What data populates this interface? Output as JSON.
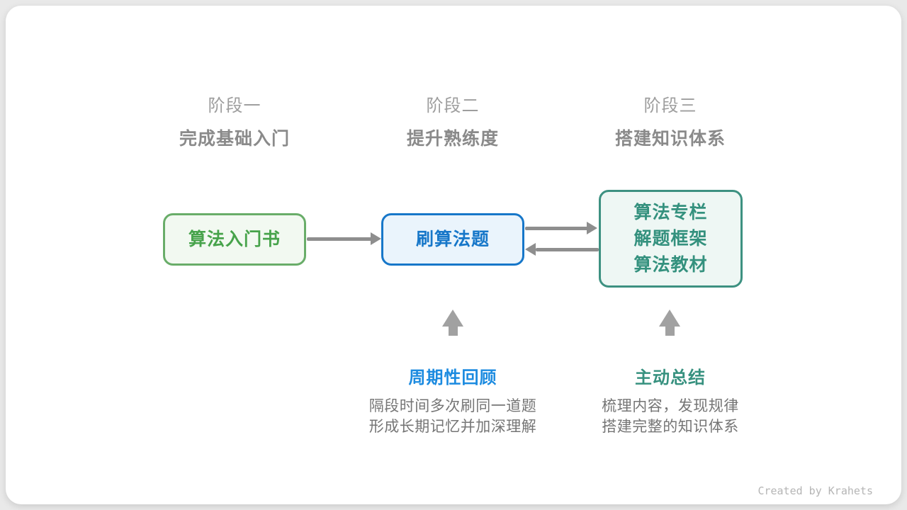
{
  "page": {
    "credit": "Created by Krahets"
  },
  "colors": {
    "page_bg": "#e9e9e9",
    "card_bg": "#ffffff",
    "stage_label": "#9e9e9e",
    "stage_subtitle": "#8a8a8a",
    "green_text": "#47a34b",
    "green_border": "#69ad69",
    "green_bg": "#f2f9f1",
    "blue_text": "#1777c9",
    "blue_border": "#1777c9",
    "blue_bg": "#eaf4fc",
    "teal_text": "#34917e",
    "teal_border": "#3d9181",
    "teal_bg": "#eef7f4",
    "arrow_gray": "#8e8e8e",
    "block_arrow_gray": "#a1a1a1",
    "annotation_blue": "#1c8be0",
    "annotation_teal": "#37917f",
    "annotation_desc_gray": "#757575",
    "credit_gray": "#b5b5b5"
  },
  "stages": [
    {
      "label": "阶段一",
      "subtitle": "完成基础入门"
    },
    {
      "label": "阶段二",
      "subtitle": "提升熟练度"
    },
    {
      "label": "阶段三",
      "subtitle": "搭建知识体系"
    }
  ],
  "flow": {
    "box1": {
      "label": "算法入门书"
    },
    "box2": {
      "label": "刷算法题"
    },
    "box3": {
      "lines": [
        "算法专栏",
        "解题框架",
        "算法教材"
      ]
    }
  },
  "annotations": [
    {
      "title": "周期性回顾",
      "lines": [
        "隔段时间多次刷同一道题",
        "形成长期记忆并加深理解"
      ]
    },
    {
      "title": "主动总结",
      "lines": [
        "梳理内容，发现规律",
        "搭建完整的知识体系"
      ]
    }
  ]
}
